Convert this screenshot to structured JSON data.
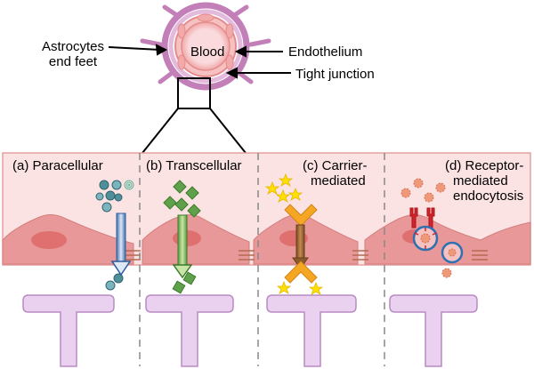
{
  "top": {
    "astrocytes_label_line1": "Astrocytes",
    "astrocytes_label_line2": "end feet",
    "blood_label": "Blood",
    "endothelium_label": "Endothelium",
    "tight_junction_label": "Tight junction"
  },
  "panels": [
    {
      "id": "a",
      "label_line1": "(a) Paracellular",
      "label_line2": "",
      "label_line3": ""
    },
    {
      "id": "b",
      "label_line1": "(b) Transcellular",
      "label_line2": "",
      "label_line3": ""
    },
    {
      "id": "c",
      "label_line1": "(c) Carrier-",
      "label_line2": "mediated",
      "label_line3": ""
    },
    {
      "id": "d",
      "label_line1": "(d) Receptor-",
      "label_line2": "mediated",
      "label_line3": "endocytosis"
    }
  ],
  "colors": {
    "vessel_ring": "#c27fb8",
    "vessel_inner": "#f3a3a3",
    "blood_fill": "#fadadd",
    "band_fill": "#fbe3e3",
    "band_stroke": "#e6a0a0",
    "cell_fill": "#e89898",
    "nucleus_fill": "#e07070",
    "astro_fill": "#ead1f0",
    "astro_stroke": "#b98bc4",
    "teal": "#4f8f9a",
    "green": "#5fa04a",
    "yellow": "#ffe000",
    "orange": "#f5a623",
    "brown": "#8b5a2b",
    "red": "#d2232a",
    "vesicle_ring": "#2f6fb3",
    "particle_orange": "#f0997a"
  }
}
